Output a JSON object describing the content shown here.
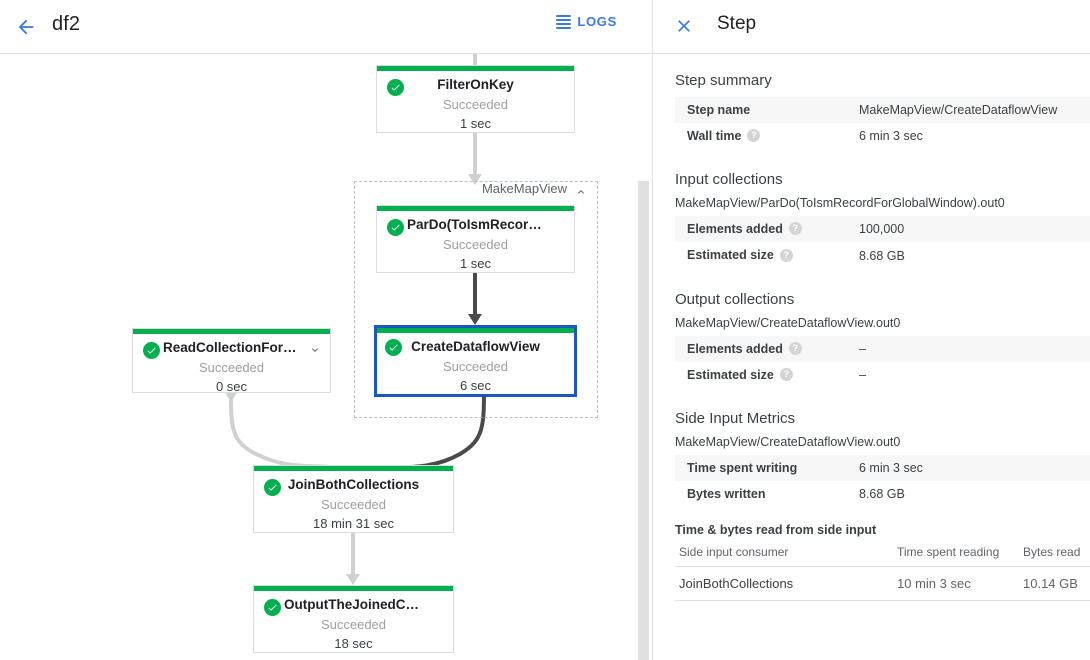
{
  "left": {
    "back_icon": "arrow-back-icon",
    "job_title": "df2",
    "logs_label": "LOGS",
    "logs_icon": "logs-list-icon"
  },
  "graph": {
    "composite": {
      "label": "MakeMapView",
      "chevron_icon": "chevron-up-icon"
    },
    "nodes": [
      {
        "id": "filter-on-key",
        "name": "FilterOnKey",
        "status": "Succeeded",
        "duration": "1 sec",
        "status_icon": "check-circle-icon",
        "selected": false,
        "has_chevron": false
      },
      {
        "id": "pardo-toismrecord",
        "name": "ParDo(ToIsmRecordFor…",
        "status": "Succeeded",
        "duration": "1 sec",
        "status_icon": "check-circle-icon",
        "selected": false,
        "has_chevron": false
      },
      {
        "id": "create-dataflow-view",
        "name": "CreateDataflowView",
        "status": "Succeeded",
        "duration": "6 sec",
        "status_icon": "check-circle-icon",
        "selected": true,
        "has_chevron": false
      },
      {
        "id": "read-collection-for-join",
        "name": "ReadCollectionForJoin",
        "status": "Succeeded",
        "duration": "0 sec",
        "status_icon": "check-circle-icon",
        "selected": false,
        "has_chevron": true,
        "chevron_icon": "chevron-down-icon"
      },
      {
        "id": "join-both-collections",
        "name": "JoinBothCollections",
        "status": "Succeeded",
        "duration": "18 min 31 sec",
        "status_icon": "check-circle-icon",
        "selected": false,
        "has_chevron": false
      },
      {
        "id": "output-the-joined-collection",
        "name": "OutputTheJoinedCollec…",
        "status": "Succeeded",
        "duration": "18 sec",
        "status_icon": "check-circle-icon",
        "selected": false,
        "has_chevron": false
      }
    ],
    "colors": {
      "status_bar": "#00b04f",
      "selected_border": "#1a56c4",
      "edge_light": "#d0d0d0",
      "edge_dark": "#4a4a4a"
    }
  },
  "right": {
    "close_icon": "close-icon",
    "title": "Step",
    "step_summary": {
      "heading": "Step summary",
      "rows": [
        {
          "key": "Step name",
          "value": "MakeMapView/CreateDataflowView",
          "help": false
        },
        {
          "key": "Wall time",
          "value": "6 min 3 sec",
          "help": true
        }
      ]
    },
    "input_collections": {
      "heading": "Input collections",
      "collection": "MakeMapView/ParDo(ToIsmRecordForGlobalWindow).out0",
      "rows": [
        {
          "key": "Elements added",
          "value": "100,000",
          "help": true
        },
        {
          "key": "Estimated size",
          "value": "8.68 GB",
          "help": true
        }
      ]
    },
    "output_collections": {
      "heading": "Output collections",
      "collection": "MakeMapView/CreateDataflowView.out0",
      "rows": [
        {
          "key": "Elements added",
          "value": "–",
          "help": true
        },
        {
          "key": "Estimated size",
          "value": "–",
          "help": true
        }
      ]
    },
    "side_input_metrics": {
      "heading": "Side Input Metrics",
      "collection": "MakeMapView/CreateDataflowView.out0",
      "rows": [
        {
          "key": "Time spent writing",
          "value": "6 min 3 sec",
          "help": false
        },
        {
          "key": "Bytes written",
          "value": "8.68 GB",
          "help": false
        }
      ]
    },
    "side_input_table": {
      "heading": "Time & bytes read from side input",
      "columns": [
        "Side input consumer",
        "Time spent reading",
        "Bytes read"
      ],
      "rows": [
        [
          "JoinBothCollections",
          "10 min 3 sec",
          "10.14 GB"
        ]
      ]
    }
  }
}
